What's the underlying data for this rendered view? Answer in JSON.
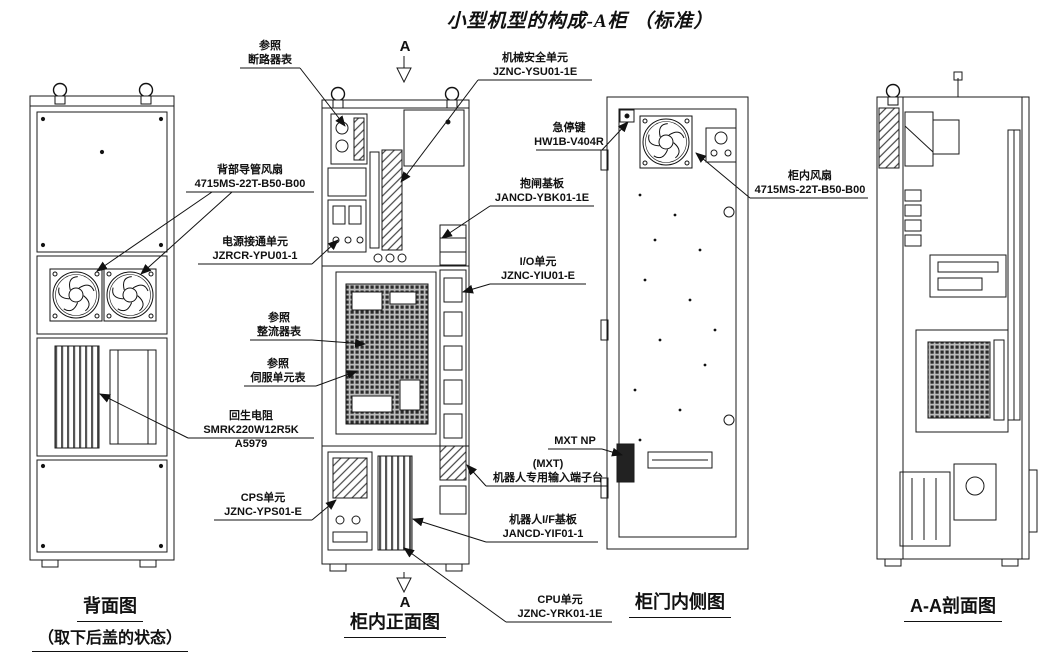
{
  "title": "小型机型的构成-A柜 （标准）",
  "section_marker": "A",
  "colors": {
    "ink": "#1a1a1a",
    "background": "#ffffff"
  },
  "views": {
    "back": {
      "caption": "背面图",
      "subcaption": "（取下后盖的状态）"
    },
    "front": {
      "caption": "柜内正面图"
    },
    "door": {
      "caption": "柜门内侧图"
    },
    "section": {
      "caption": "A-A剖面图"
    }
  },
  "labels": {
    "ref_breaker": "参照\n断路器表",
    "safety_unit": "机械安全单元\nJZNC-YSU01-1E",
    "estop": "急停键\nHW1B-V404R",
    "brake_board": "抱闸基板\nJANCD-YBK01-1E",
    "cabinet_fan": "柜内风扇\n4715MS-22T-B50-B00",
    "rear_duct_fan": "背部导管风扇\n4715MS-22T-B50-B00",
    "power_on_unit": "电源接通单元\nJZRCR-YPU01-1",
    "io_unit": "I/O单元\nJZNC-YIU01-E",
    "ref_rectifier": "参照\n整流器表",
    "ref_servo": "参照\n伺服单元表",
    "regen_resistor": "回生电阻\nSMRK220W12R5K A5979",
    "mxt_np": "MXT NP",
    "mxt_terminal": "(MXT)\n机器人专用输入端子台",
    "cps_unit": "CPS单元\nJZNC-YPS01-E",
    "robot_if_board": "机器人I/F基板\nJANCD-YIF01-1",
    "cpu_unit": "CPU单元\nJZNC-YRK01-1E"
  }
}
